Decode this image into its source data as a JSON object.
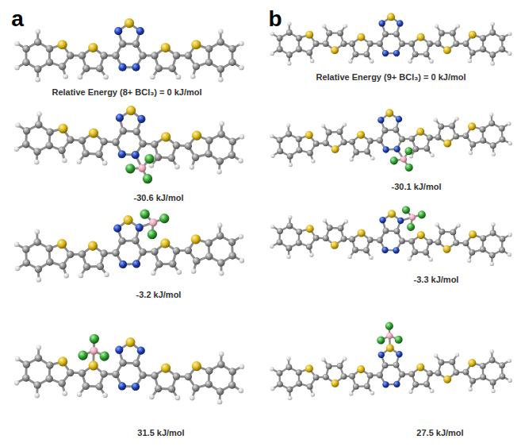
{
  "diagram": {
    "labels": [
      "a",
      "Relative Energy (8+ BCl₃) = 0 kJ/mol",
      "-30.6 kJ/mol",
      "-3.2 kJ/mol",
      "31.5 kJ/mol",
      "b",
      "Relative Energy (9+ BCl₃) = 0 kJ/mol",
      "-30.1 kJ/mol",
      "-3.3 kJ/mol",
      "27.5 kJ/mol"
    ]
  }
}
